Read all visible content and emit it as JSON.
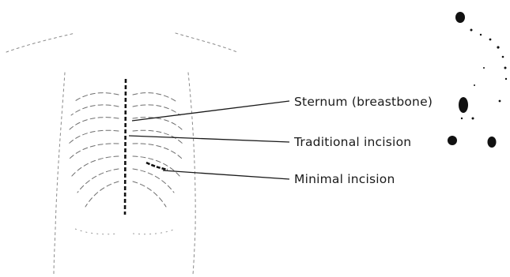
{
  "diagram": {
    "labels": {
      "sternum": "Sternum (breastbone)",
      "traditional": "Traditional incision",
      "minimal": "Minimal incision"
    }
  }
}
